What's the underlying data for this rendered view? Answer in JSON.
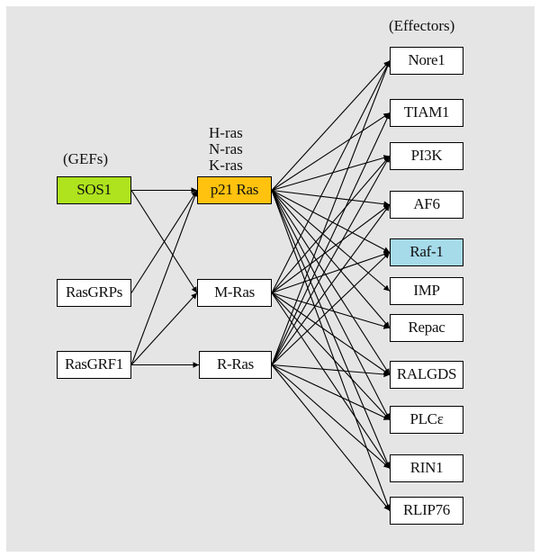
{
  "labels": {
    "gefs": "(GEFs)",
    "effectors": "(Effectors)",
    "ras_isoforms": [
      "H-ras",
      "N-ras",
      "K-ras"
    ]
  },
  "colors": {
    "sos1": "#aee31d",
    "p21ras": "#ffc20e",
    "raf1": "#a6dbea",
    "default_node": "#ffffff",
    "background": "#e5e5e5"
  },
  "nodes": {
    "gefs": [
      {
        "id": "SOS1",
        "label": "SOS1"
      },
      {
        "id": "RasGRPs",
        "label": "RasGRPs"
      },
      {
        "id": "RasGRF1",
        "label": "RasGRF1"
      }
    ],
    "ras": [
      {
        "id": "p21Ras",
        "label": "p21 Ras"
      },
      {
        "id": "MRas",
        "label": "M-Ras"
      },
      {
        "id": "RRas",
        "label": "R-Ras"
      }
    ],
    "effectors": [
      {
        "id": "Nore1",
        "label": "Nore1"
      },
      {
        "id": "TIAM1",
        "label": "TIAM1"
      },
      {
        "id": "PI3K",
        "label": "PI3K"
      },
      {
        "id": "AF6",
        "label": "AF6"
      },
      {
        "id": "Raf1",
        "label": "Raf-1"
      },
      {
        "id": "IMP",
        "label": "IMP"
      },
      {
        "id": "Repac",
        "label": "Repac"
      },
      {
        "id": "RALGDS",
        "label": "RALGDS"
      },
      {
        "id": "PLCe",
        "label": "PLCε"
      },
      {
        "id": "RIN1",
        "label": "RIN1"
      },
      {
        "id": "RLIP76",
        "label": "RLIP76"
      }
    ]
  },
  "edges": [
    [
      "SOS1",
      "p21Ras"
    ],
    [
      "SOS1",
      "MRas"
    ],
    [
      "RasGRPs",
      "p21Ras"
    ],
    [
      "RasGRF1",
      "p21Ras"
    ],
    [
      "RasGRF1",
      "MRas"
    ],
    [
      "RasGRF1",
      "RRas"
    ],
    [
      "p21Ras",
      "Nore1"
    ],
    [
      "p21Ras",
      "TIAM1"
    ],
    [
      "p21Ras",
      "PI3K"
    ],
    [
      "p21Ras",
      "AF6"
    ],
    [
      "p21Ras",
      "Raf1"
    ],
    [
      "p21Ras",
      "IMP"
    ],
    [
      "p21Ras",
      "Repac"
    ],
    [
      "p21Ras",
      "RALGDS"
    ],
    [
      "p21Ras",
      "PLCe"
    ],
    [
      "p21Ras",
      "RIN1"
    ],
    [
      "p21Ras",
      "RLIP76"
    ],
    [
      "MRas",
      "Nore1"
    ],
    [
      "MRas",
      "PI3K"
    ],
    [
      "MRas",
      "AF6"
    ],
    [
      "MRas",
      "Raf1"
    ],
    [
      "MRas",
      "Repac"
    ],
    [
      "MRas",
      "RALGDS"
    ],
    [
      "MRas",
      "PLCe"
    ],
    [
      "MRas",
      "RIN1"
    ],
    [
      "RRas",
      "Nore1"
    ],
    [
      "RRas",
      "TIAM1"
    ],
    [
      "RRas",
      "PI3K"
    ],
    [
      "RRas",
      "AF6"
    ],
    [
      "RRas",
      "Raf1"
    ],
    [
      "RRas",
      "RALGDS"
    ],
    [
      "RRas",
      "PLCe"
    ],
    [
      "RRas",
      "RIN1"
    ],
    [
      "RRas",
      "RLIP76"
    ]
  ]
}
